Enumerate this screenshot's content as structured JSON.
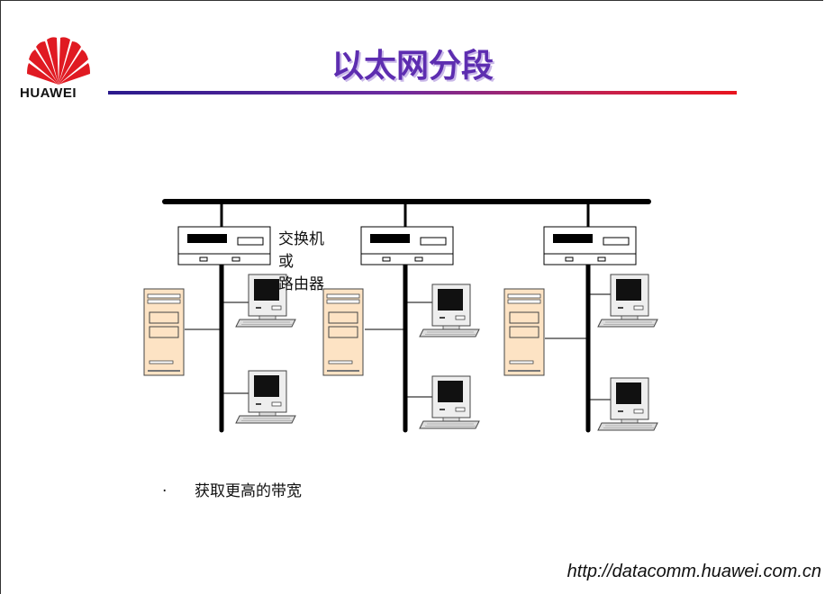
{
  "header": {
    "logo_text": "HUAWEI",
    "title": "以太网分段"
  },
  "diagram": {
    "device_label": "交换机或\n路由器",
    "device_label_line1": "交换机或",
    "device_label_line2": "路由器"
  },
  "bullets": [
    {
      "marker": "·",
      "text": "获取更高的带宽"
    }
  ],
  "footer": {
    "url": "http://datacomm.huawei.com.cn"
  },
  "colors": {
    "title": "#5d2db0",
    "logo_red": "#e01a22",
    "line_start": "#2a1a8c",
    "line_end": "#e8141e"
  }
}
